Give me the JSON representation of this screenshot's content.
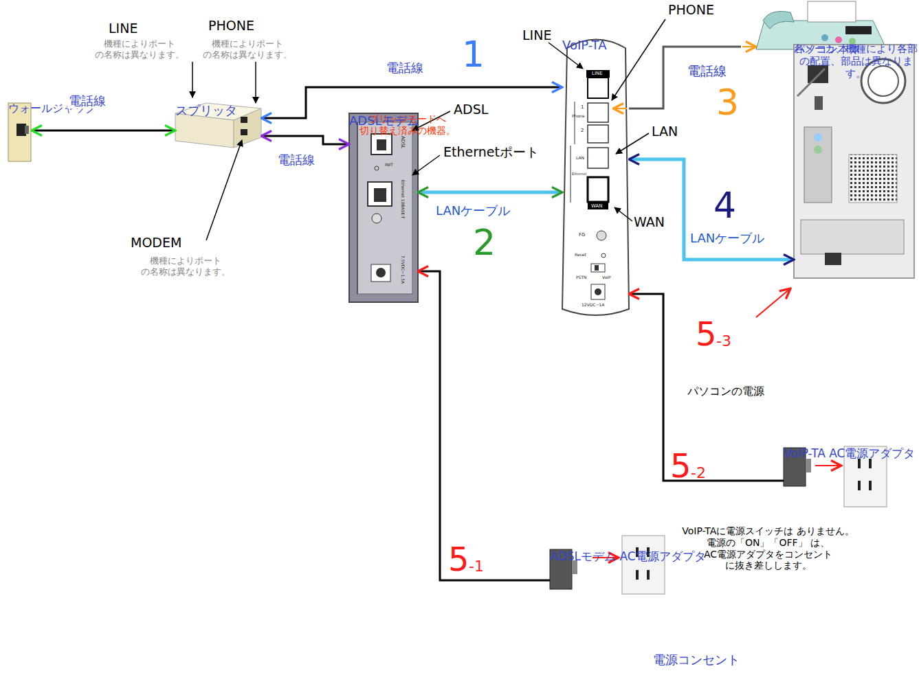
{
  "diagram": {
    "nodes": [
      {
        "text": [
          "ウォールジャック"
        ]
      },
      {
        "text": [
          "スプリッタ"
        ]
      },
      {
        "text": [
          "ADSLモデム",
          "ブリッジモードへ 切り替え済みの機器。"
        ]
      },
      {
        "text": [
          "VoIP-TA"
        ]
      },
      {
        "text": [
          "パソコン本体",
          "各メーカ、機種により各部の配置、部品は異なります。"
        ]
      },
      {
        "text": [
          "VoIP-TA AC電源アダプタ"
        ]
      },
      {
        "text": [
          "ADSLモデム AC電源アダプタ"
        ]
      }
    ],
    "edges": [
      {
        "from": 0,
        "to": 1,
        "arrow": "both",
        "label": "電話線"
      },
      {
        "from": 1,
        "to": 3,
        "arrow": "both",
        "label": "電話線"
      },
      {
        "from": 1,
        "to": 2,
        "arrow": "both",
        "label": "電話線"
      },
      {
        "from": 2,
        "to": 3,
        "arrow": "both",
        "label": "LANケーブル"
      },
      {
        "from": 3,
        "to": 4,
        "arrow": "both",
        "label": "LANケーブル"
      },
      {
        "from": 5,
        "to": 3,
        "arrow": "to"
      },
      {
        "from": 6,
        "to": 2,
        "arrow": "to"
      }
    ],
    "labels": [
      "LINE",
      "機種によりポート の名称は異なります。",
      "PHONE",
      "機種によりポート の名称は異なります。",
      "MODEM",
      "機種によりポート の名称は異なります。",
      "1",
      "ADSL",
      "Ethernetポート",
      "2",
      "LINE",
      "PHONE",
      "LAN",
      "WAN",
      "電話線",
      "3",
      "4",
      "5",
      "-3",
      "パソコンの電源",
      "5",
      "-2",
      "5",
      "-1",
      "VoIP-TAに電源スイッチは ありません。電源の「ON」「OFF」 は、AC電源アダプタをコンセント に抜き差しします。",
      "電源コンセント",
      "ADSL",
      "INIT",
      "Ethernet 10BASE-T",
      "7.5VDC⎓1.5A",
      "LINE",
      "1",
      "Phone",
      "2",
      "LAN",
      "Ethernet",
      "WAN",
      "FG",
      "Reset",
      "PSTN",
      "VoIP",
      "12VDC⎓1A"
    ]
  }
}
